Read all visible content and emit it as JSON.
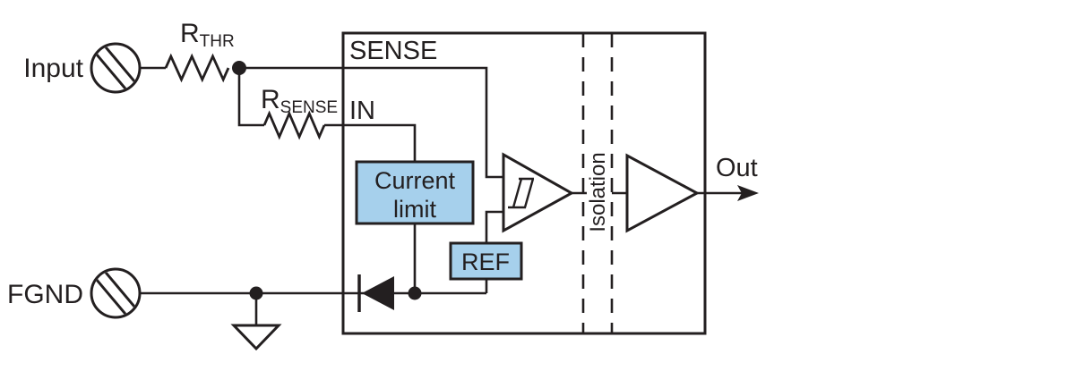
{
  "diagram": {
    "input_label": "Input",
    "fgnd_label": "FGND",
    "out_label": "Out",
    "r_thr": {
      "base": "R",
      "sub": "THR"
    },
    "r_sense": {
      "base": "R",
      "sub": "SENSE"
    },
    "pins": {
      "sense": "SENSE",
      "in": "IN"
    },
    "blocks": {
      "current_limit": {
        "line1": "Current",
        "line2": "limit"
      },
      "ref": "REF"
    },
    "isolation_label": "Isolation",
    "colors": {
      "line": "#231f20",
      "block_fill": "#a6d0ec"
    }
  }
}
